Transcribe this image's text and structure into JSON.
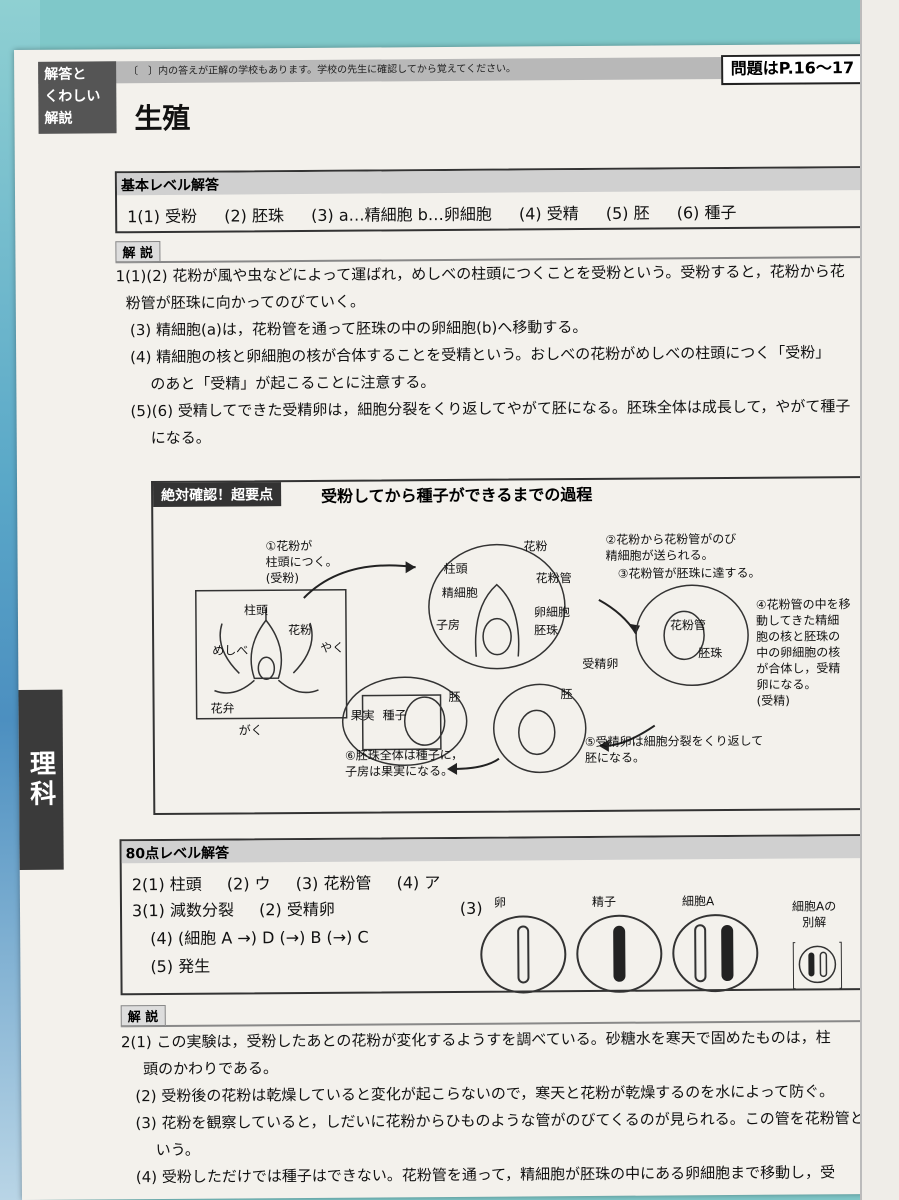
{
  "header": {
    "logo_lines": [
      "解答と",
      "くわしい",
      "解説"
    ],
    "note": "〔　〕内の答えが正解の学校もあります。学校の先生に確認してから覚えてください。",
    "problem_ref": "問題はP.16～17",
    "title": "生殖"
  },
  "basic": {
    "level_label": "基本レベル解答",
    "answers": [
      "1(1) 受粉",
      "(2) 胚珠",
      "(3) a…精細胞 b…卵細胞",
      "(4) 受精",
      "(5) 胚",
      "(6) 種子"
    ]
  },
  "kaisetsu_label": "解 説",
  "explanation1": [
    "1(1)(2) 花粉が風や虫などによって運ばれ，めしべの柱頭につくことを受粉という。受粉すると，花粉から花",
    "粉管が胚珠に向かってのびていく。",
    "(3) 精細胞(a)は，花粉管を通って胚珠の中の卵細胞(b)へ移動する。",
    "(4) 精細胞の核と卵細胞の核が合体することを受精という。おしべの花粉がめしべの柱頭につく「受粉」",
    "のあと「受精」が起こることに注意する。",
    "(5)(6) 受精してできた受精卵は，細胞分裂をくり返してやがて胚になる。胚珠全体は成長して，やがて種子",
    "になる。"
  ],
  "figure": {
    "badge": "絶対確認！超要点",
    "title": "受粉してから種子ができるまでの過程",
    "labels": {
      "step1": "①花粉が\n柱頭につく。\n(受粉)",
      "stigma": "柱頭",
      "pollen_a": "花粉",
      "pistil": "めしべ",
      "anther": "やく",
      "petal": "花弁",
      "sepal": "がく",
      "pollen_b": "花粉",
      "stigma_b": "柱頭",
      "pollen_tube": "花粉管",
      "sperm": "精細胞",
      "egg": "卵細胞",
      "ovary": "子房",
      "ovule": "胚珠",
      "step2": "②花粉から花粉管がのび\n精細胞が送られる。",
      "step3": "③花粉管が胚珠に達する。",
      "pollen_tube_c": "花粉管",
      "zygote": "受精卵",
      "ovule_c": "胚珠",
      "step4": "④花粉管の中を移\n動してきた精細\n胞の核と胚珠の\n中の卵細胞の核\nが合体し，受精\n卵になる。\n(受精)",
      "embryo_d": "胚",
      "step5": "⑤受精卵は細胞分裂をくり返して\n胚になる。",
      "fruit": "果実",
      "seed": "種子",
      "embryo_e": "胚",
      "step6": "⑥胚珠全体は種子に，\n子房は果実になる。"
    }
  },
  "level80": {
    "level_label": "80点レベル解答",
    "row1": [
      "2(1) 柱頭",
      "(2) ウ",
      "(3) 花粉管",
      "(4) ア"
    ],
    "row2": [
      "3(1) 減数分裂",
      "(2) 受精卵",
      "(3)"
    ],
    "row3": "(4) (細胞 A →) D (→) B (→) C",
    "row4": "(5) 発生",
    "cells": [
      "卵",
      "精子",
      "細胞A",
      "細胞Aの\n別解"
    ]
  },
  "explanation2": [
    "2(1) この実験は，受粉したあとの花粉が変化するようすを調べている。砂糖水を寒天で固めたものは，柱",
    "頭のかわりである。",
    "(2) 受粉後の花粉は乾燥していると変化が起こらないので，寒天と花粉が乾燥するのを水によって防ぐ。",
    "(3) 花粉を観察していると，しだいに花粉からひものような管がのびてくるのが見られる。この管を花粉管と",
    "いう。",
    "(4) 受粉しただけでは種子はできない。花粉管を通って，精細胞が胚珠の中にある卵細胞まで移動し，受"
  ],
  "side": {
    "tab": "理科"
  }
}
